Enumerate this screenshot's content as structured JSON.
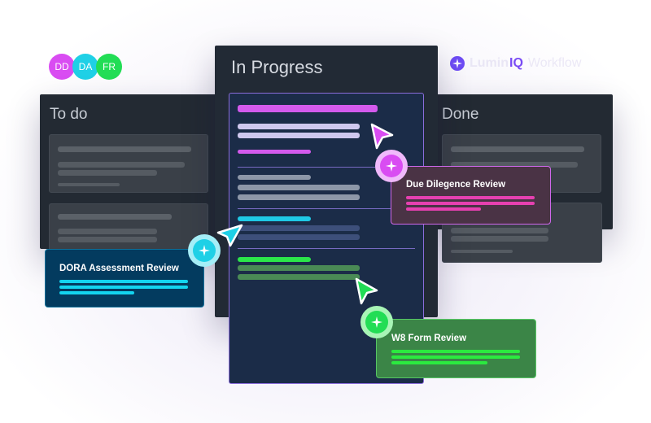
{
  "avatars": [
    {
      "initials": "DD",
      "color": "#d94cf2"
    },
    {
      "initials": "DA",
      "color": "#1fd0e6"
    },
    {
      "initials": "FR",
      "color": "#22dd55"
    }
  ],
  "brand": {
    "part1": "Lumin",
    "part2": "IQ",
    "part3": "Workflow",
    "icon": "sparkle-icon"
  },
  "columns": {
    "todo": {
      "title": "To do"
    },
    "in_progress": {
      "title": "In Progress"
    },
    "done": {
      "title": "Done"
    }
  },
  "floating_cards": {
    "dora": {
      "label": "DORA Assessment Review",
      "accent": "#13d4ef"
    },
    "due_diligence": {
      "label": "Due Dilegence Review",
      "accent": "#e640b0"
    },
    "w8": {
      "label": "W8 Form Review",
      "accent": "#2bea3f"
    }
  },
  "colors": {
    "magenta": "#d94cf2",
    "cyan": "#1fd0e6",
    "green": "#22dd55",
    "purple": "#7a4cf5"
  }
}
